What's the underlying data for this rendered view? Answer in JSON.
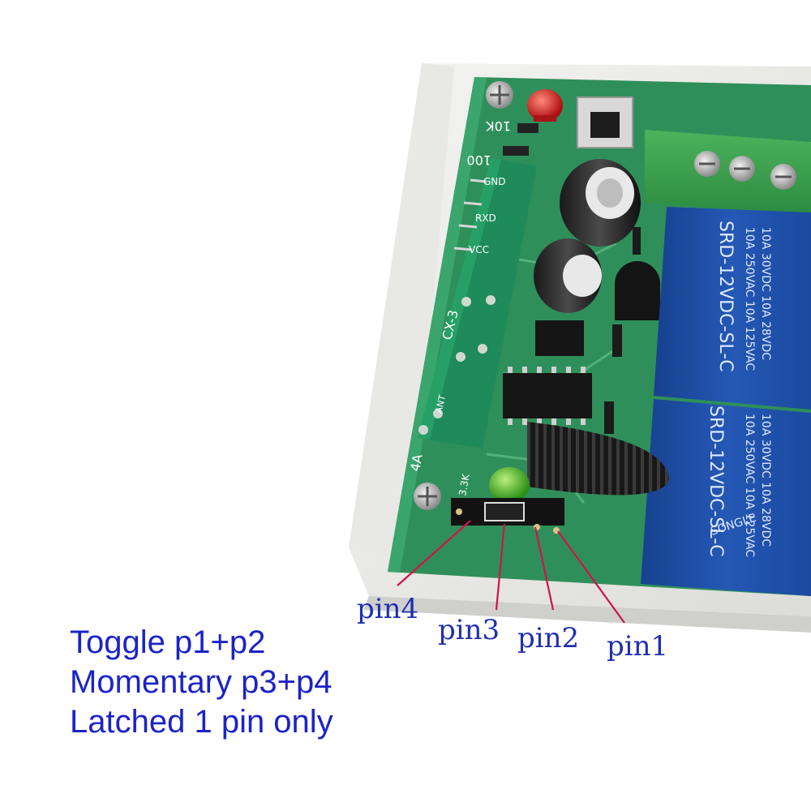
{
  "board": {
    "module_labels": {
      "gnd": "GND",
      "rxd": "RXD",
      "vcc": "VCC",
      "module_name": "CX-3",
      "ant": "ANT"
    },
    "resistor_labels": {
      "r1": "10K",
      "r2": "100",
      "r3": "3.3K"
    },
    "edge_label": "4A",
    "relay_top": {
      "line1": "10A 250VAC  10A 125VAC",
      "line2": "10A 30VDC  10A 28VDC",
      "model": "SRD-12VDC-SL-C"
    },
    "relay_bottom": {
      "model": "SRD-12VDC-SL-C",
      "line1": "10A 250VAC  10A 125VAC",
      "line2": "10A 30VDC  10A 28VDC",
      "brand": "SONGLE"
    }
  },
  "pins": {
    "pin4": "pin4",
    "pin3": "pin3",
    "pin2": "pin2",
    "pin1": "pin1"
  },
  "instructions": {
    "line1": "Toggle p1+p2",
    "line2": "Momentary p3+p4",
    "line3": "Latched 1 pin only"
  },
  "colors": {
    "pcb": "#2f8f5a",
    "relay": "#1f4fa8",
    "terminal": "#3aa04f",
    "annotation_line": "#d0134a",
    "label_text": "#1f2fb0"
  }
}
